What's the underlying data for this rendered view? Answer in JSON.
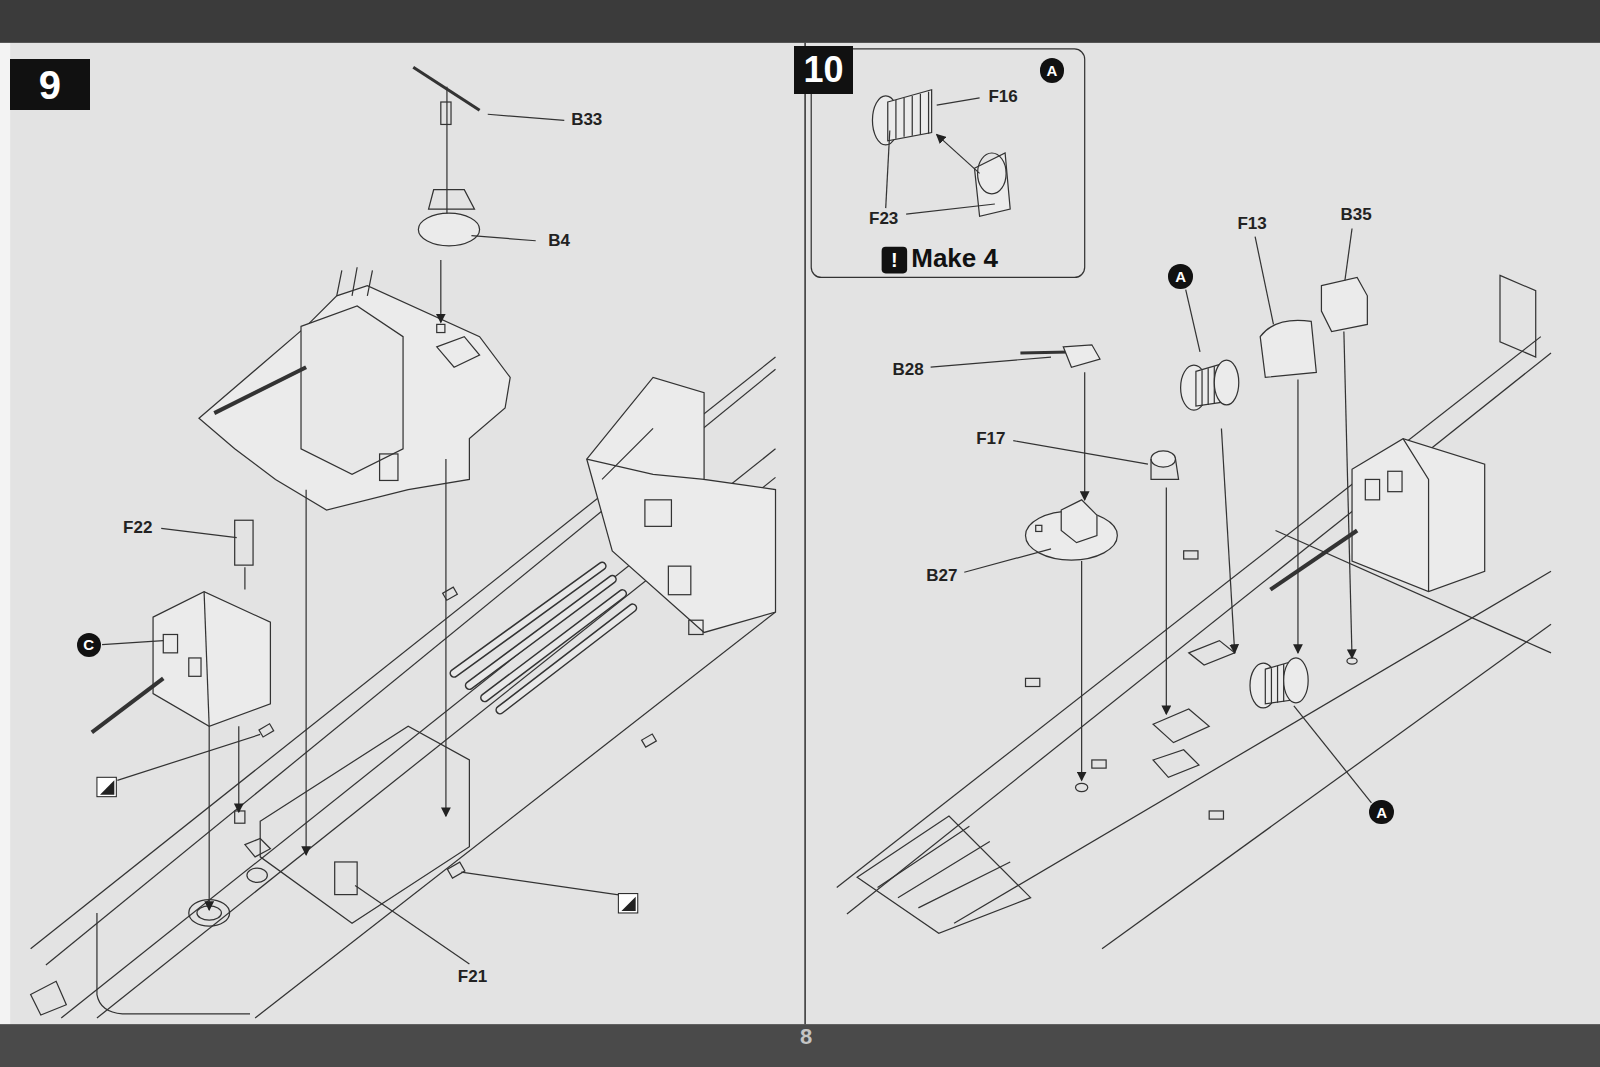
{
  "diagram": {
    "nodes": [
      {
        "text": [
          "9"
        ]
      },
      {
        "text": [
          "10"
        ]
      },
      {
        "text": [
          "Make 4"
        ]
      },
      {
        "text": [
          "A"
        ],
        "in": 2
      },
      {
        "text": [
          "C"
        ]
      },
      {
        "text": [
          "A"
        ]
      },
      {
        "text": [
          "A"
        ]
      }
    ],
    "labels": [
      "B33",
      "B4",
      "F22",
      "F21",
      "F16",
      "F23",
      "B28",
      "F17",
      "B27",
      "F13",
      "B35",
      "!",
      "8"
    ]
  }
}
